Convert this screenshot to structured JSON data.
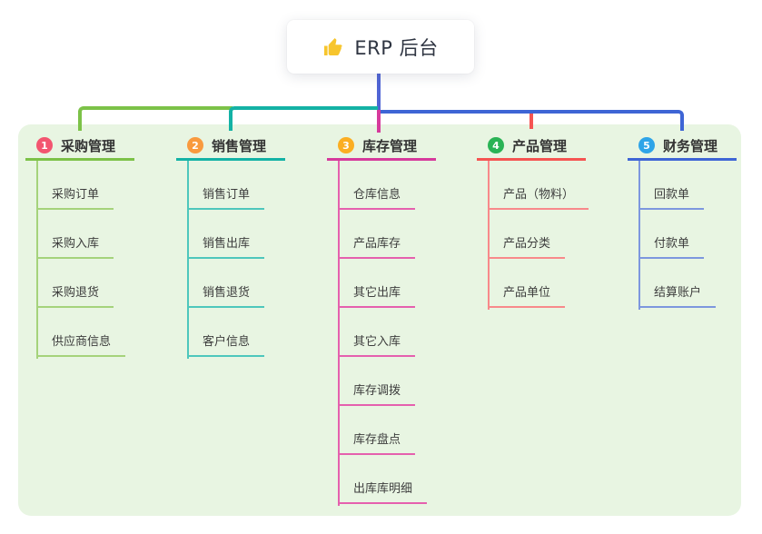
{
  "canvas": {
    "background": "#ffffff",
    "panel_background": "#e8f5e2"
  },
  "root": {
    "title": "ERP 后台",
    "icon": "thumbs-up-icon",
    "icon_color": "#f7c52d",
    "accent": "#5065d5"
  },
  "branches": [
    {
      "index": "1",
      "title": "采购管理",
      "badge_color": "#f35570",
      "line_color": "#7cc248",
      "child_line_color": "#a5d37b",
      "children": [
        "采购订单",
        "采购入库",
        "采购退货",
        "供应商信息"
      ]
    },
    {
      "index": "2",
      "title": "销售管理",
      "badge_color": "#f99a3e",
      "line_color": "#14b2a5",
      "child_line_color": "#4ec7bc",
      "children": [
        "销售订单",
        "销售出库",
        "销售退货",
        "客户信息"
      ]
    },
    {
      "index": "3",
      "title": "库存管理",
      "badge_color": "#fbae22",
      "line_color": "#d63a9c",
      "child_line_color": "#e560ae",
      "children": [
        "仓库信息",
        "产品库存",
        "其它出库",
        "其它入库",
        "库存调拨",
        "库存盘点",
        "出库库明细"
      ]
    },
    {
      "index": "4",
      "title": "产品管理",
      "badge_color": "#2ab355",
      "line_color": "#f55452",
      "child_line_color": "#f8898b",
      "children": [
        "产品（物料）",
        "产品分类",
        "产品单位"
      ]
    },
    {
      "index": "5",
      "title": "财务管理",
      "badge_color": "#2ea4e8",
      "line_color": "#3e65d5",
      "child_line_color": "#7d97de",
      "children": [
        "回款单",
        "付款单",
        "结算账户"
      ]
    }
  ]
}
